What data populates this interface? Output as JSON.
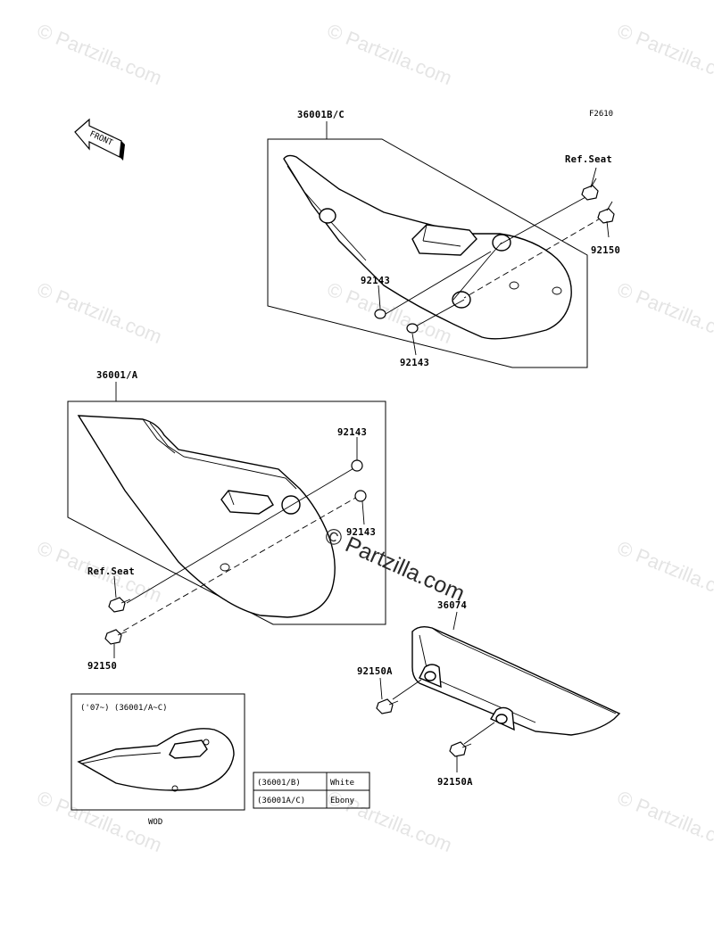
{
  "diagram": {
    "figure_code": "F2610",
    "front_label": "FRONT",
    "watermark": "© Partzilla.com",
    "labels": {
      "top_cover": "36001B/C",
      "left_cover": "36001/A",
      "chain_guard": "36074",
      "ref_seat_top": "Ref.Seat",
      "ref_seat_left": "Ref.Seat",
      "bolt_top": "92150",
      "bolt_left": "92150",
      "bolt_guard_upper": "92150A",
      "bolt_guard_lower": "92150A",
      "washer_top_1": "92143",
      "washer_top_2": "92143",
      "washer_left_1": "92143",
      "washer_left_2": "92143"
    },
    "inset": {
      "caption": "('07~) (36001/A~C)",
      "model": "WOD"
    },
    "color_table": [
      {
        "part": "(36001/B)",
        "color": "White"
      },
      {
        "part": "(36001A/C)",
        "color": "Ebony"
      }
    ]
  }
}
